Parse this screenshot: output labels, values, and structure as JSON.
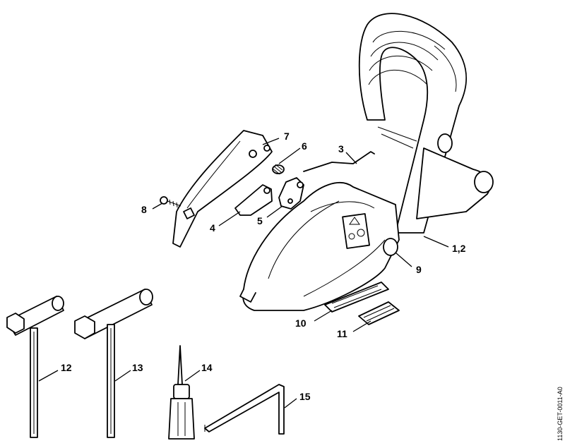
{
  "diagram": {
    "reference_code": "1130-GET-0011-A0",
    "labels": {
      "l1_2": "1,2",
      "l3": "3",
      "l4": "4",
      "l5": "5",
      "l6": "6",
      "l7": "7",
      "l8": "8",
      "l9": "9",
      "l10": "10",
      "l11": "11",
      "l12": "12",
      "l13": "13",
      "l14": "14",
      "l15": "15"
    }
  }
}
